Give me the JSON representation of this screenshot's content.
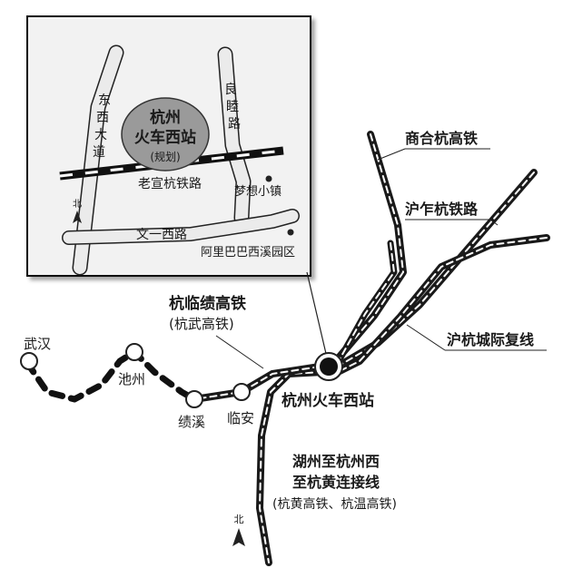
{
  "inset": {
    "station_bubble": {
      "line1": "杭州",
      "line2": "火车西站",
      "note": "(规划)"
    },
    "road_dongxi": "东西大道",
    "road_liangmu": "良睦路",
    "road_laoxuanhang": "老宣杭铁路",
    "road_wenyixi": "文一西路",
    "poi_mengxiang": "梦想小镇",
    "poi_alibaba": "阿里巴巴西溪园区",
    "north": "北"
  },
  "main": {
    "line_shanghehang": "商合杭高铁",
    "line_huzhahang": "沪乍杭铁路",
    "line_huhang": "沪杭城际复线",
    "line_hanglinji": "杭临绩高铁",
    "line_hanglinji_alt": "(杭武高铁)",
    "station_main": "杭州火车西站",
    "line_huzhou_1": "湖州至杭州西",
    "line_huzhou_2": "至杭黄连接线",
    "line_huzhou_alt": "(杭黄高铁、杭温高铁)",
    "city_wuhan": "武汉",
    "city_chizhou": "池州",
    "city_jixi": "绩溪",
    "city_linan": "临安",
    "north": "北"
  },
  "colors": {
    "background": "#ffffff",
    "panel": "#f2f2f2",
    "road": "#e9e9e9",
    "rail_dark": "#1a1a1a",
    "bubble": "#9a9a9a",
    "ink": "#1a1a1a"
  }
}
